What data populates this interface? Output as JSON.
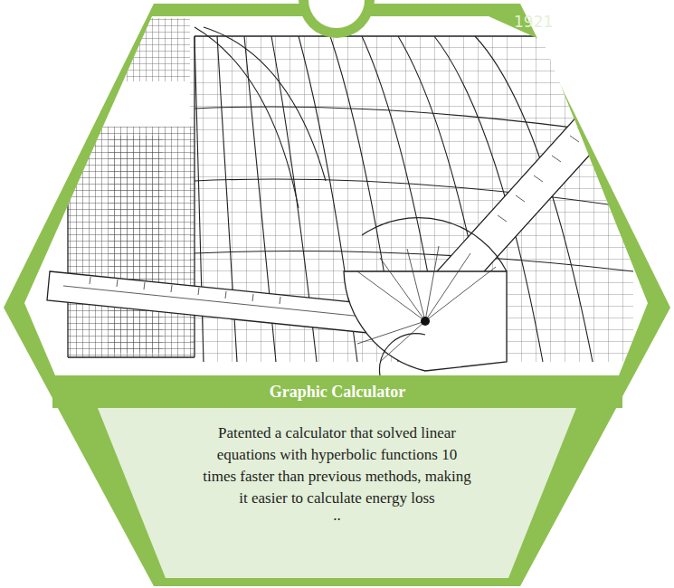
{
  "diagram": {
    "nodes": [
      {
        "text": [
          "1921"
        ]
      },
      {
        "text": [
          "Graphic Calculator"
        ],
        "in": 0
      },
      {
        "text": [
          "Patented a calculator that solved linear equations with hyperbolic functions 10 times faster than previous methods, making it easier to calculate energy loss",
          ".."
        ],
        "in": 0
      }
    ]
  }
}
